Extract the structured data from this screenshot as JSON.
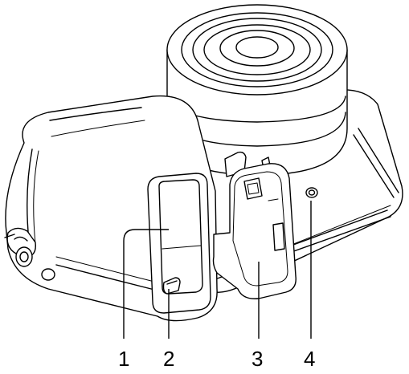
{
  "figure": {
    "stroke_color": "#000000",
    "fill_color": "#ffffff",
    "callouts": [
      {
        "label": "1"
      },
      {
        "label": "2"
      },
      {
        "label": "3"
      },
      {
        "label": "4"
      }
    ]
  }
}
